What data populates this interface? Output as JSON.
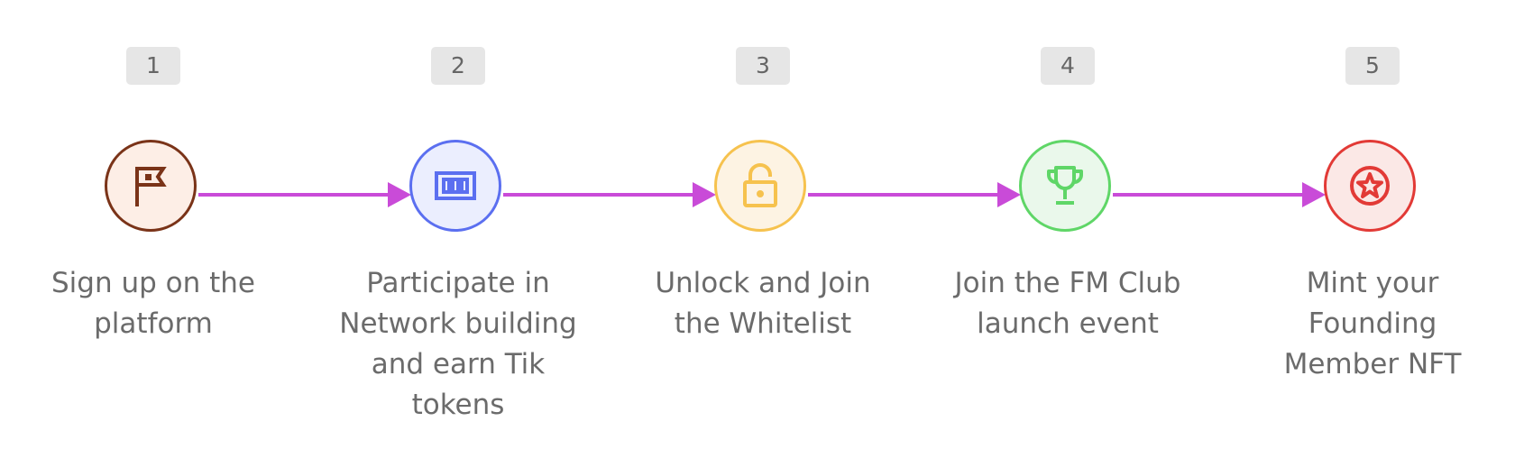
{
  "steps": [
    {
      "number": "1",
      "icon": "flag-icon",
      "border_color": "#7a3318",
      "fill_color": "#fdeee6",
      "label_lines": [
        "Sign up on the",
        "platform"
      ]
    },
    {
      "number": "2",
      "icon": "ticket-icon",
      "border_color": "#5b6ff0",
      "fill_color": "#ebeefe",
      "label_lines": [
        "Participate in",
        "Network building",
        "and earn Tik",
        "tokens"
      ]
    },
    {
      "number": "3",
      "icon": "unlock-icon",
      "border_color": "#f6c24e",
      "fill_color": "#fdf3e3",
      "label_lines": [
        "Unlock and Join",
        "the Whitelist"
      ]
    },
    {
      "number": "4",
      "icon": "trophy-icon",
      "border_color": "#5fd667",
      "fill_color": "#eaf8eb",
      "label_lines": [
        "Join the FM Club",
        "launch event"
      ]
    },
    {
      "number": "5",
      "icon": "star-badge-icon",
      "border_color": "#e23a36",
      "fill_color": "#fbe8e6",
      "label_lines": [
        "Mint your",
        "Founding",
        "Member NFT"
      ]
    }
  ],
  "connector_color": "#c94bd8"
}
